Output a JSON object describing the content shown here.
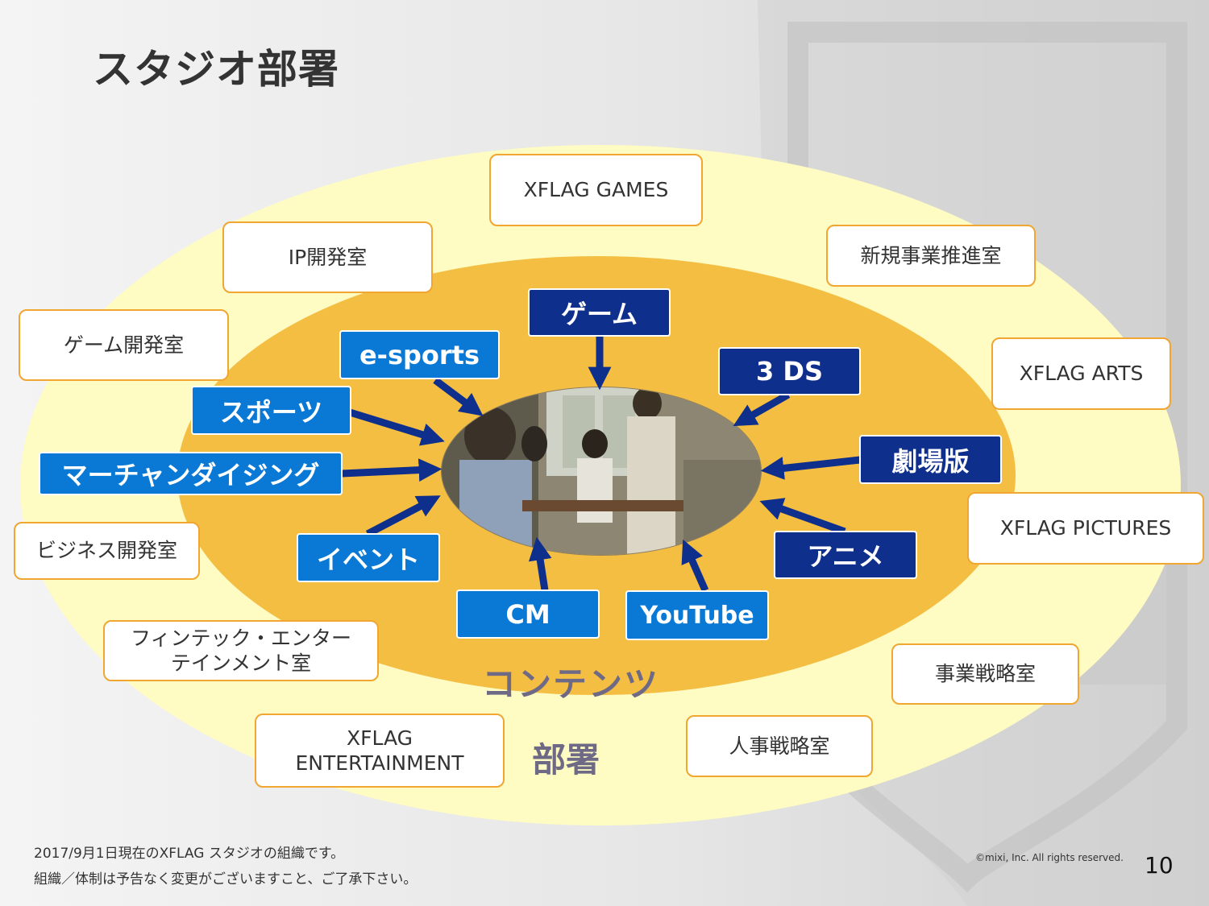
{
  "slide": {
    "title": "スタジオ部署",
    "page_number": "10",
    "copyright": "©mixi, Inc. All rights reserved."
  },
  "labels": {
    "contents": "コンテンツ",
    "departments": "部署"
  },
  "departments": [
    {
      "id": "xflag-games",
      "label": "XFLAG GAMES"
    },
    {
      "id": "ip-dev",
      "label": "IP開発室"
    },
    {
      "id": "new-biz",
      "label": "新規事業推進室"
    },
    {
      "id": "game-dev",
      "label": "ゲーム開発室"
    },
    {
      "id": "xflag-arts",
      "label": "XFLAG ARTS"
    },
    {
      "id": "xflag-pictures",
      "label": "XFLAG PICTURES"
    },
    {
      "id": "biz-dev",
      "label": "ビジネス開発室"
    },
    {
      "id": "fintech",
      "label": "フィンテック・エンター\nテインメント室"
    },
    {
      "id": "biz-strategy",
      "label": "事業戦略室"
    },
    {
      "id": "xflag-ent",
      "label": "XFLAG\nENTERTAINMENT"
    },
    {
      "id": "hr-strategy",
      "label": "人事戦略室"
    }
  ],
  "contents": [
    {
      "id": "game",
      "label": "ゲーム",
      "tone": "dark"
    },
    {
      "id": "esports",
      "label": "e-sports",
      "tone": "light"
    },
    {
      "id": "3ds",
      "label": "3 DS",
      "tone": "dark"
    },
    {
      "id": "sports",
      "label": "スポーツ",
      "tone": "light"
    },
    {
      "id": "merch",
      "label": "マーチャンダイジング",
      "tone": "light"
    },
    {
      "id": "movie",
      "label": "劇場版",
      "tone": "dark"
    },
    {
      "id": "event",
      "label": "イベント",
      "tone": "light"
    },
    {
      "id": "anime",
      "label": "アニメ",
      "tone": "dark"
    },
    {
      "id": "cm",
      "label": "CM",
      "tone": "light"
    },
    {
      "id": "youtube",
      "label": "YouTube",
      "tone": "light"
    }
  ],
  "footnotes": [
    "2017/9月1日現在のXFLAG スタジオの組織です。",
    "組織／体制は予告なく変更がございますこと、ご了承下さい。"
  ],
  "colors": {
    "outer_ellipse": "#fefbc3",
    "inner_ellipse": "#f4be43",
    "content_light": "#0a79d6",
    "content_dark": "#0f2f8c",
    "department_border": "#f0a630",
    "arrow": "#0f2f8c"
  }
}
